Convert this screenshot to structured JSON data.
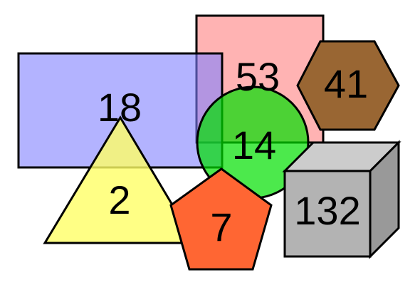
{
  "shapes": {
    "pink_rectangle": {
      "label": "53",
      "fill": "#FFB3B3"
    },
    "blue_rectangle": {
      "label": "18",
      "fill": "#8080FF",
      "opacity": 0.6
    },
    "brown_hexagon": {
      "label": "41",
      "fill": "#996633"
    },
    "green_circle": {
      "label": "14",
      "fill": "#00E000",
      "opacity": 0.7
    },
    "yellow_triangle": {
      "label": "2",
      "fill": "#FFFF66",
      "opacity": 0.8
    },
    "orange_pentagon": {
      "label": "7",
      "fill": "#FF6633"
    },
    "gray_cube": {
      "label": "132",
      "front_fill": "#B3B3B3",
      "top_fill": "#CCCCCC",
      "side_fill": "#999999"
    }
  }
}
